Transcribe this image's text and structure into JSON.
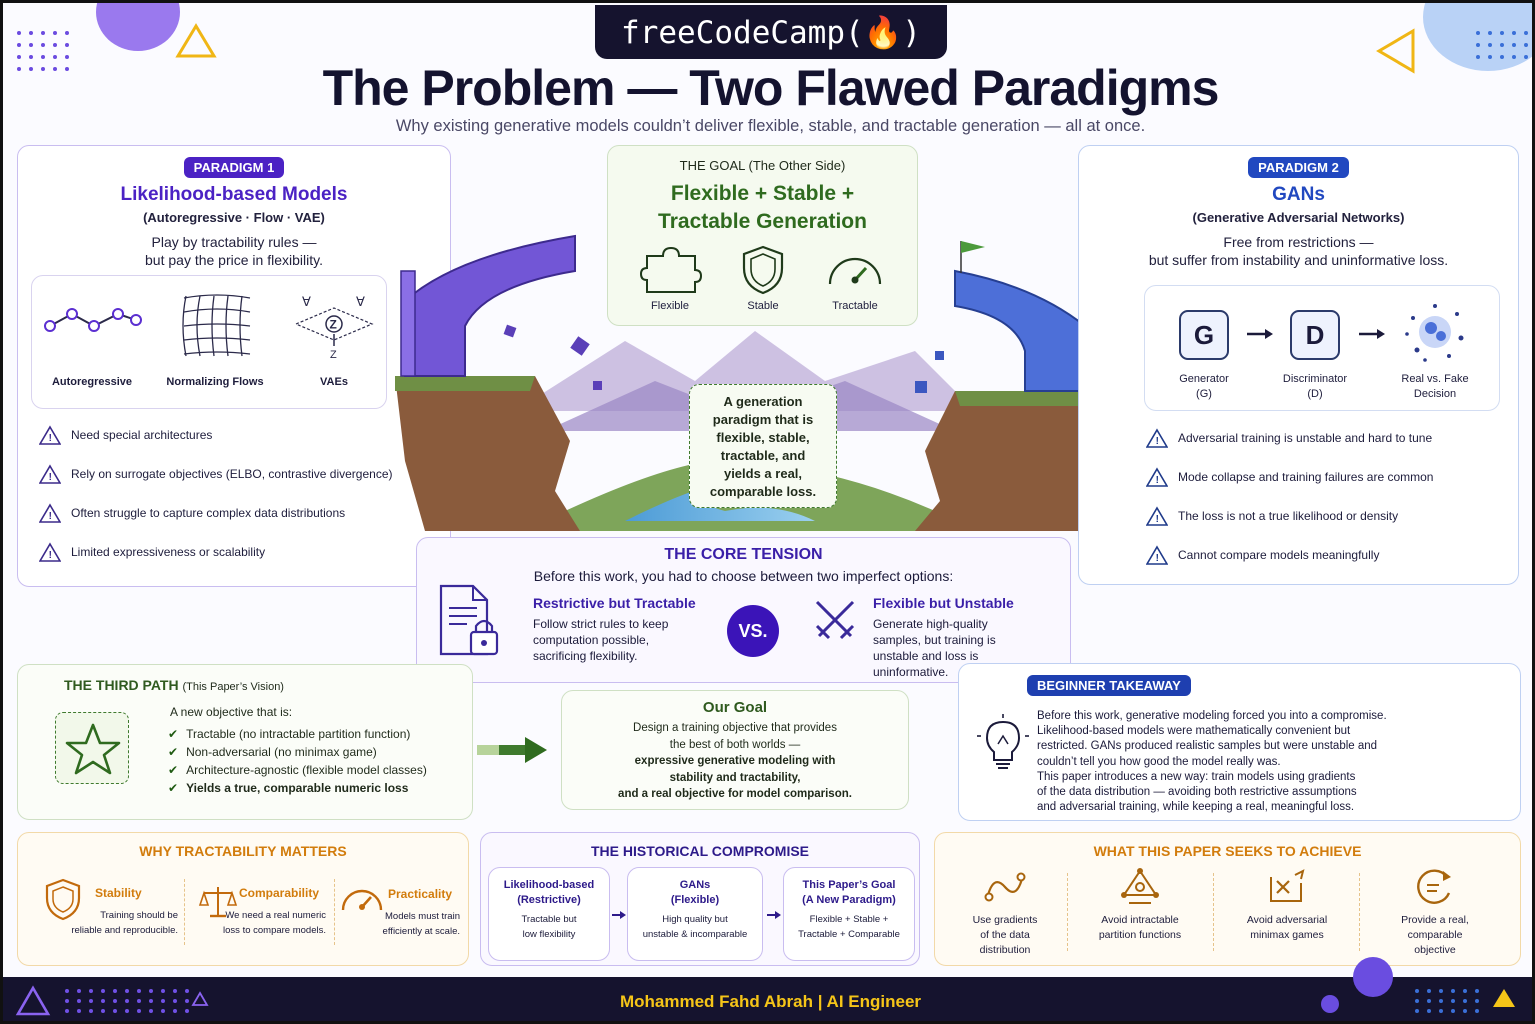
{
  "brand": {
    "text": "freeCodeCamp(🔥)"
  },
  "title": "The Problem — Two Flawed Paradigms",
  "subtitle": "Why existing generative models couldn’t deliver flexible, stable, and tractable generation — all at once.",
  "paradigm1": {
    "badge": "PARADIGM 1",
    "heading": "Likelihood-based Models",
    "sub": "(Autoregressive · Flow · VAE)",
    "tagline1": "Play by tractability rules —",
    "tagline2": "but pay the price in flexibility.",
    "icons": [
      "Autoregressive",
      "Normalizing Flows",
      "VAEs"
    ],
    "issues": [
      "Need special architectures",
      "Rely on surrogate objectives (ELBO, contrastive divergence)",
      "Often struggle to capture complex data distributions",
      "Limited expressiveness or scalability"
    ]
  },
  "goal": {
    "label": "THE GOAL (The Other Side)",
    "heading1": "Flexible + Stable +",
    "heading2": "Tractable Generation",
    "icons": [
      "Flexible",
      "Stable",
      "Tractable"
    ]
  },
  "paradigm2": {
    "badge": "PARADIGM 2",
    "heading": "GANs",
    "sub": "(Generative Adversarial Networks)",
    "tagline1": "Free from restrictions —",
    "tagline2": "but suffer from instability and uninformative loss.",
    "g_letter": "G",
    "d_letter": "D",
    "g_label1": "Generator",
    "g_label2": "(G)",
    "d_label1": "Discriminator",
    "d_label2": "(D)",
    "rf_label1": "Real vs. Fake",
    "rf_label2": "Decision",
    "issues": [
      "Adversarial training is unstable and hard to tune",
      "Mode collapse and training failures are common",
      "The loss is not a true likelihood or density",
      "Cannot compare models meaningfully"
    ]
  },
  "bridge_note": [
    "A generation",
    "paradigm that is",
    "flexible, stable,",
    "tractable, and",
    "yields a real,",
    "comparable loss."
  ],
  "core": {
    "title": "THE CORE TENSION",
    "sub": "Before this work, you had to choose between two imperfect options:",
    "left_title": "Restrictive but Tractable",
    "left_lines": [
      "Follow strict rules to keep",
      "computation possible,",
      "sacrificing flexibility."
    ],
    "vs": "VS.",
    "right_title": "Flexible but Unstable",
    "right_lines": [
      "Generate high-quality",
      "samples, but training is",
      "unstable and loss is",
      "uninformative."
    ]
  },
  "third": {
    "title": "THE THIRD PATH",
    "title_suffix": "(This Paper’s Vision)",
    "intro": "A new objective that is:",
    "items": [
      "Tractable (no intractable partition function)",
      "Non-adversarial (no minimax game)",
      "Architecture-agnostic (flexible model classes)",
      "Yields a true, comparable numeric loss"
    ]
  },
  "our_goal": {
    "title": "Our Goal",
    "lines": [
      "Design a training objective that provides",
      "the best of both worlds —",
      "expressive generative modeling with",
      "stability and tractability,",
      "and a real objective for model comparison."
    ]
  },
  "takeaway": {
    "badge": "BEGINNER TAKEAWAY",
    "lines": [
      "Before this work, generative modeling forced you into a compromise.",
      "Likelihood-based models were mathematically convenient but",
      "restricted. GANs produced realistic samples but were unstable and",
      "couldn’t tell you how good the model really was.",
      "This paper introduces a new way: train models using gradients",
      "of the data distribution — avoiding both restrictive assumptions",
      "and adversarial training, while keeping a real, meaningful loss."
    ]
  },
  "why": {
    "title": "WHY TRACTABILITY MATTERS",
    "items": [
      {
        "title": "Stability",
        "l1": "Training should be",
        "l2": "reliable and reproducible."
      },
      {
        "title": "Comparability",
        "l1": "We need a real numeric",
        "l2": "loss to compare models."
      },
      {
        "title": "Practicality",
        "l1": "Models must train",
        "l2": "efficiently at scale."
      }
    ]
  },
  "history": {
    "title": "THE HISTORICAL COMPROMISE",
    "boxes": [
      {
        "t1": "Likelihood-based",
        "t2": "(Restrictive)",
        "d1": "Tractable but",
        "d2": "low flexibility"
      },
      {
        "t1": "GANs",
        "t2": "(Flexible)",
        "d1": "High quality but",
        "d2": "unstable & incomparable"
      },
      {
        "t1": "This Paper’s Goal",
        "t2": "(A New Paradigm)",
        "d1": "Flexible + Stable +",
        "d2": "Tractable + Comparable"
      }
    ]
  },
  "seeks": {
    "title": "WHAT THIS PAPER SEEKS TO ACHIEVE",
    "items": [
      {
        "l1": "Use gradients",
        "l2": "of the data",
        "l3": "distribution"
      },
      {
        "l1": "Avoid intractable",
        "l2": "partition functions",
        "l3": ""
      },
      {
        "l1": "Avoid adversarial",
        "l2": "minimax games",
        "l3": ""
      },
      {
        "l1": "Provide a real,",
        "l2": "comparable",
        "l3": "objective"
      }
    ]
  },
  "footer": {
    "text": "Mohammed Fahd Abrah | AI Engineer"
  },
  "colors": {
    "purple": "#5b2fd1",
    "blue": "#2f56c8",
    "green": "#2f6b1f",
    "orange": "#d98513",
    "navy": "#15132e",
    "gold": "#f5c518"
  }
}
